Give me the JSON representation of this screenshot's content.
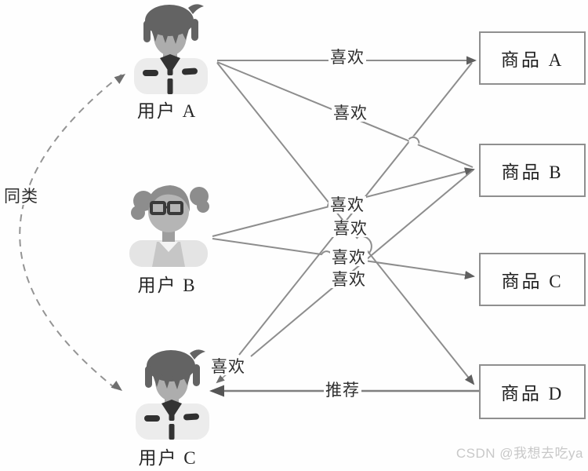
{
  "nodes": {
    "users": [
      {
        "label": "用户 A"
      },
      {
        "label": "用户 B"
      },
      {
        "label": "用户 C"
      }
    ],
    "products": [
      {
        "label": "商品 A"
      },
      {
        "label": "商品 B"
      },
      {
        "label": "商品 C"
      },
      {
        "label": "商品 D"
      }
    ]
  },
  "labels": {
    "like": "喜欢",
    "recommend": "推荐",
    "same_type": "同类"
  },
  "relations": {
    "likes": [
      {
        "from": "用户 A",
        "to": "商品 A"
      },
      {
        "from": "用户 A",
        "to": "商品 B"
      },
      {
        "from": "用户 A",
        "to": "商品 D"
      },
      {
        "from": "用户 B",
        "to": "商品 B"
      },
      {
        "from": "用户 B",
        "to": "商品 C"
      },
      {
        "from": "用户 C",
        "to": "商品 A"
      },
      {
        "from": "用户 C",
        "to": "商品 B"
      }
    ],
    "recommend": [
      {
        "from": "商品 D",
        "to": "用户 C"
      }
    ],
    "same_type": [
      {
        "between": [
          "用户 A",
          "用户 C"
        ]
      }
    ]
  },
  "watermark": "CSDN @我想去吃ya",
  "colors": {
    "line": "#8d8d8d",
    "arrow": "#5f5f5f",
    "box_border": "#8f8f8f",
    "label_text": "#2e2e2e",
    "watermark": "#c8c8c8"
  }
}
